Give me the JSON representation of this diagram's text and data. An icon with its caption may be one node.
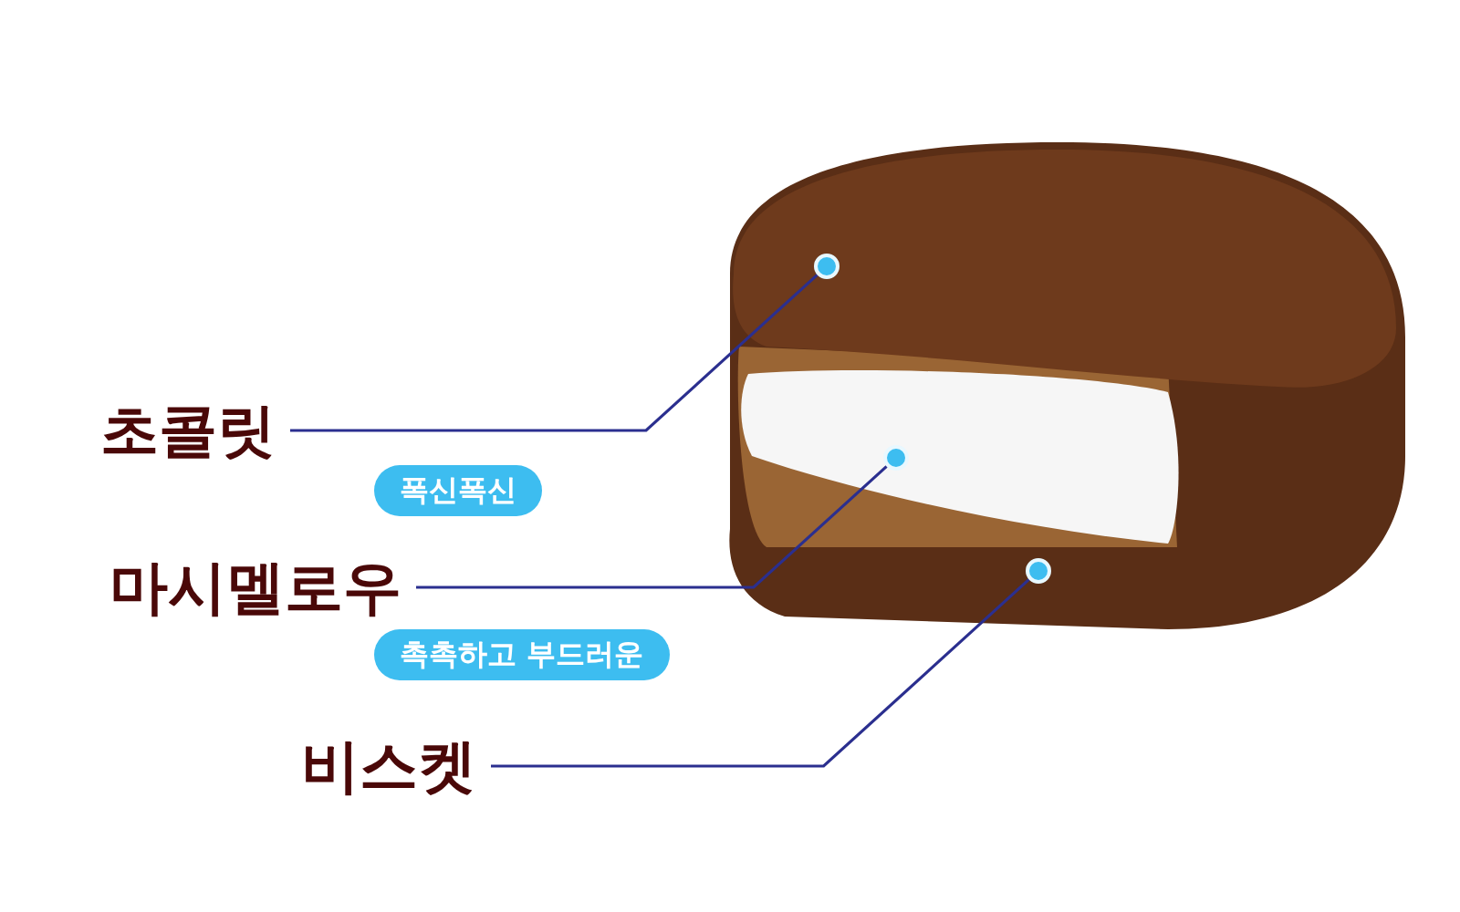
{
  "diagram": {
    "nodes": [
      {
        "text": [
          "초콜릿"
        ]
      },
      {
        "text": [
          "폭신폭신"
        ]
      },
      {
        "text": [
          "마시멜로우"
        ]
      },
      {
        "text": [
          "촉촉하고 부드러운"
        ]
      },
      {
        "text": [
          "비스켓"
        ]
      },
      {
        "text": [],
        "shape": "circle"
      },
      {
        "text": [],
        "shape": "circle"
      },
      {
        "text": [],
        "shape": "circle"
      }
    ],
    "edges": [
      {
        "from": 0,
        "to": 5,
        "arrow": "none"
      },
      {
        "from": 2,
        "to": 6,
        "arrow": "none"
      },
      {
        "from": 4,
        "to": 7,
        "arrow": "none"
      }
    ]
  }
}
